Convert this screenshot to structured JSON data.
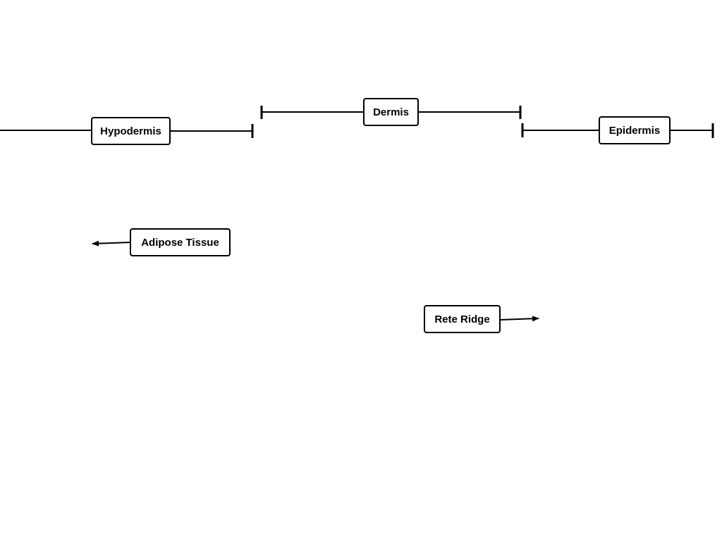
{
  "labels": {
    "hypodermis": "Hypodermis",
    "dermis": "Dermis",
    "epidermis": "Epidermis",
    "adipose_tissue": "Adipose Tissue",
    "rete_ridge": "Rete Ridge"
  },
  "colors": {
    "stroke": "#000000",
    "background": "#ffffff"
  }
}
